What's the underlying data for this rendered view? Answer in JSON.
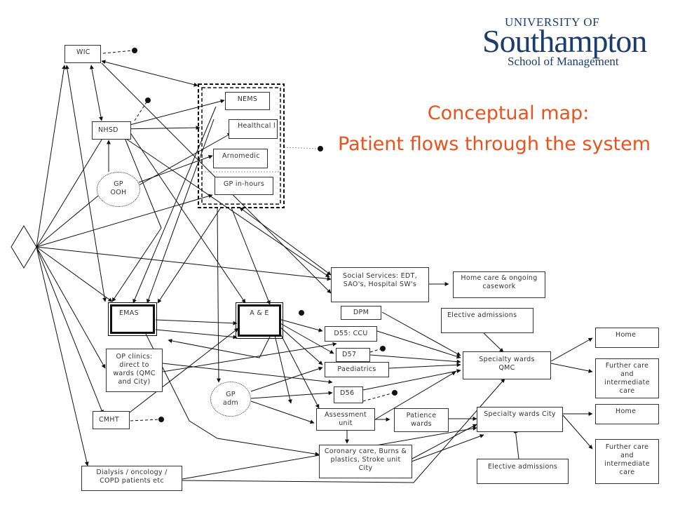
{
  "title": {
    "line1": "Conceptual map:",
    "line2": "Patient flows through the system",
    "color": "#e8531f"
  },
  "logo": {
    "university": "UNIVERSITY OF",
    "name": "Southampton",
    "school": "School of Management",
    "color": "#1d3c6e"
  },
  "nodes": {
    "wic": "WIC",
    "nhsd": "NHSD",
    "gp_ooh": "GP OOH",
    "nems": "NEMS",
    "healthcall": "Healthcal l",
    "arnomedic": "Arnomedic",
    "gp_in_hours": "GP in-hours",
    "social_services": "Social Services: EDT, SAO's, Hospital SW's",
    "home_care": "Home care & ongoing casework",
    "emas": "EMAS",
    "a_and_e": "A & E",
    "dpm": "DPM",
    "d55_ccu": "D55: CCU",
    "d57": "D57",
    "paediatrics": "Paediatrics",
    "d56": "D56",
    "op_clinics": "OP clinics: direct to wards (QMC and City)",
    "gp_adm": "GP adm",
    "cmht": "CMHT",
    "assessment_unit": "Assessment unit",
    "patience_wards": "Patience wards",
    "coronary_care": "Coronary care, Burns & plastics, Stroke unit City",
    "dialysis": "Dialysis / oncology / COPD patients etc",
    "elective_top": "Elective admissions",
    "specialty_qmc": "Specialty wards QMC",
    "specialty_city": "Specialty wards City",
    "elective_bottom": "Elective admissions",
    "home_top": "Home",
    "further_care_top": "Further care and intermediate care",
    "home_bottom": "Home",
    "further_care_bottom": "Further care and intermediate care"
  }
}
